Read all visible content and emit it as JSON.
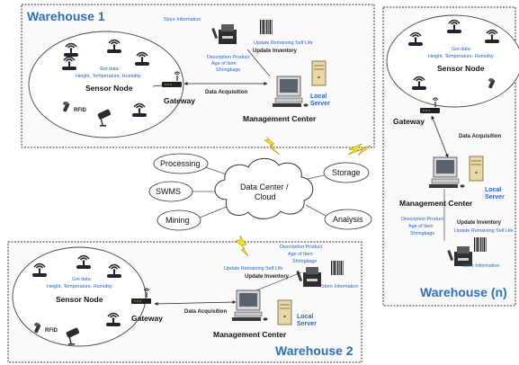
{
  "labels": {
    "sensor_node": "Sensor Node",
    "get_data": "Get data:",
    "get_data_fields": "Height, Temperature, Humidity",
    "rfid": "RFID",
    "gateway": "Gateway",
    "data_acquisition": "Data Acquisition",
    "management_center": "Management Center",
    "local_server_line1": "Local",
    "local_server_line2": "Server",
    "store_information": "Store Information",
    "update_remaining_shelf_life": "Update Remaining Self Life",
    "update_inventory": "Update Inventory",
    "description_product": "Description Product",
    "age_of_item": "Age of Item",
    "shrinkage": "Shringkage"
  },
  "warehouses": {
    "w1": {
      "title": "Warehouse 1"
    },
    "w2": {
      "title": "Warehouse 2"
    },
    "wn": {
      "title": "Warehouse (n)"
    }
  },
  "cloud": {
    "center_line1": "Data Center /",
    "center_line2": "Cloud",
    "services": [
      "Processing",
      "SWMS",
      "Mining",
      "Storage",
      "Analysis"
    ]
  },
  "colors": {
    "box_border": "#333333",
    "title_blue": "#2e6fb7",
    "label_blue": "#2a63c4",
    "lightning": "#f5e01b"
  },
  "icons": [
    "wifi-sensor-icon",
    "rfid-reader-icon",
    "camera-icon",
    "gateway-icon",
    "computer-icon",
    "server-icon",
    "printer-icon",
    "barcode-icon",
    "lightning-icon",
    "cloud-icon"
  ]
}
